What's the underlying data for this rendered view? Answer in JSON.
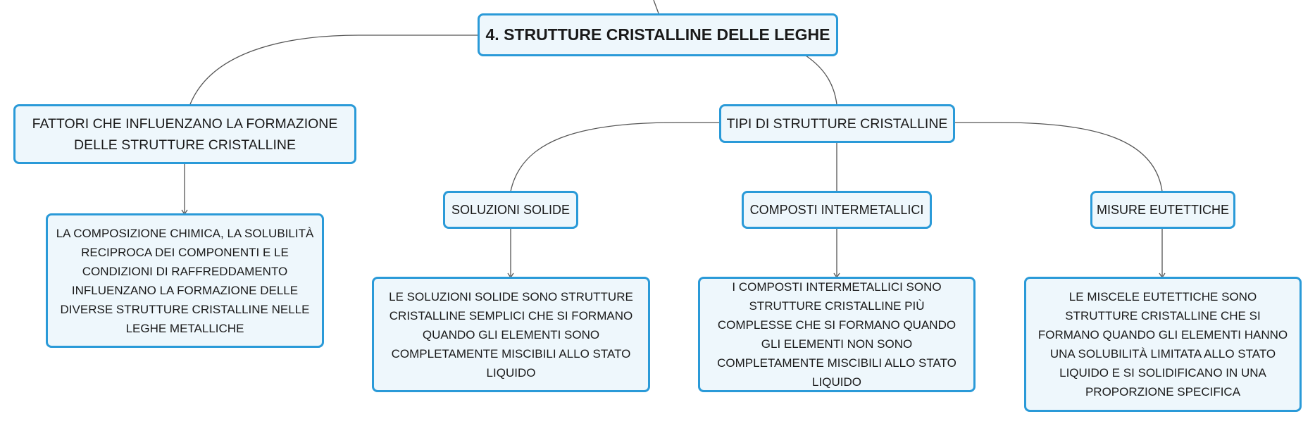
{
  "root": {
    "label": "4. STRUTTURE CRISTALLINE DELLE LEGHE"
  },
  "fattori": {
    "label": "FATTORI CHE INFLUENZANO LA FORMAZIONE DELLE STRUTTURE CRISTALLINE",
    "detail": "LA COMPOSIZIONE CHIMICA, LA SOLUBILITÀ RECIPROCA DEI COMPONENTI E LE CONDIZIONI DI RAFFREDDAMENTO INFLUENZANO LA FORMAZIONE DELLE DIVERSE STRUTTURE CRISTALLINE NELLE LEGHE METALLICHE"
  },
  "tipi": {
    "label": "TIPI DI STRUTTURE CRISTALLINE",
    "children": [
      {
        "label": "SOLUZIONI SOLIDE",
        "detail": "LE SOLUZIONI SOLIDE SONO STRUTTURE CRISTALLINE SEMPLICI CHE SI FORMANO QUANDO GLI ELEMENTI SONO COMPLETAMENTE MISCIBILI ALLO STATO LIQUIDO"
      },
      {
        "label": "COMPOSTI INTERMETALLICI",
        "detail": "I COMPOSTI INTERMETALLICI SONO STRUTTURE CRISTALLINE PIÙ COMPLESSE CHE SI FORMANO QUANDO GLI ELEMENTI NON SONO COMPLETAMENTE MISCIBILI ALLO STATO LIQUIDO"
      },
      {
        "label": "MISURE EUTETTICHE",
        "detail": "LE MISCELE EUTETTICHE SONO STRUTTURE CRISTALLINE CHE SI FORMANO QUANDO GLI ELEMENTI HANNO UNA SOLUBILITÀ LIMITATA ALLO STATO LIQUIDO E SI SOLIDIFICANO IN UNA PROPORZIONE SPECIFICA"
      }
    ]
  },
  "colors": {
    "border": "#2a9ad8",
    "fill": "#eef7fc",
    "line": "#555555"
  }
}
